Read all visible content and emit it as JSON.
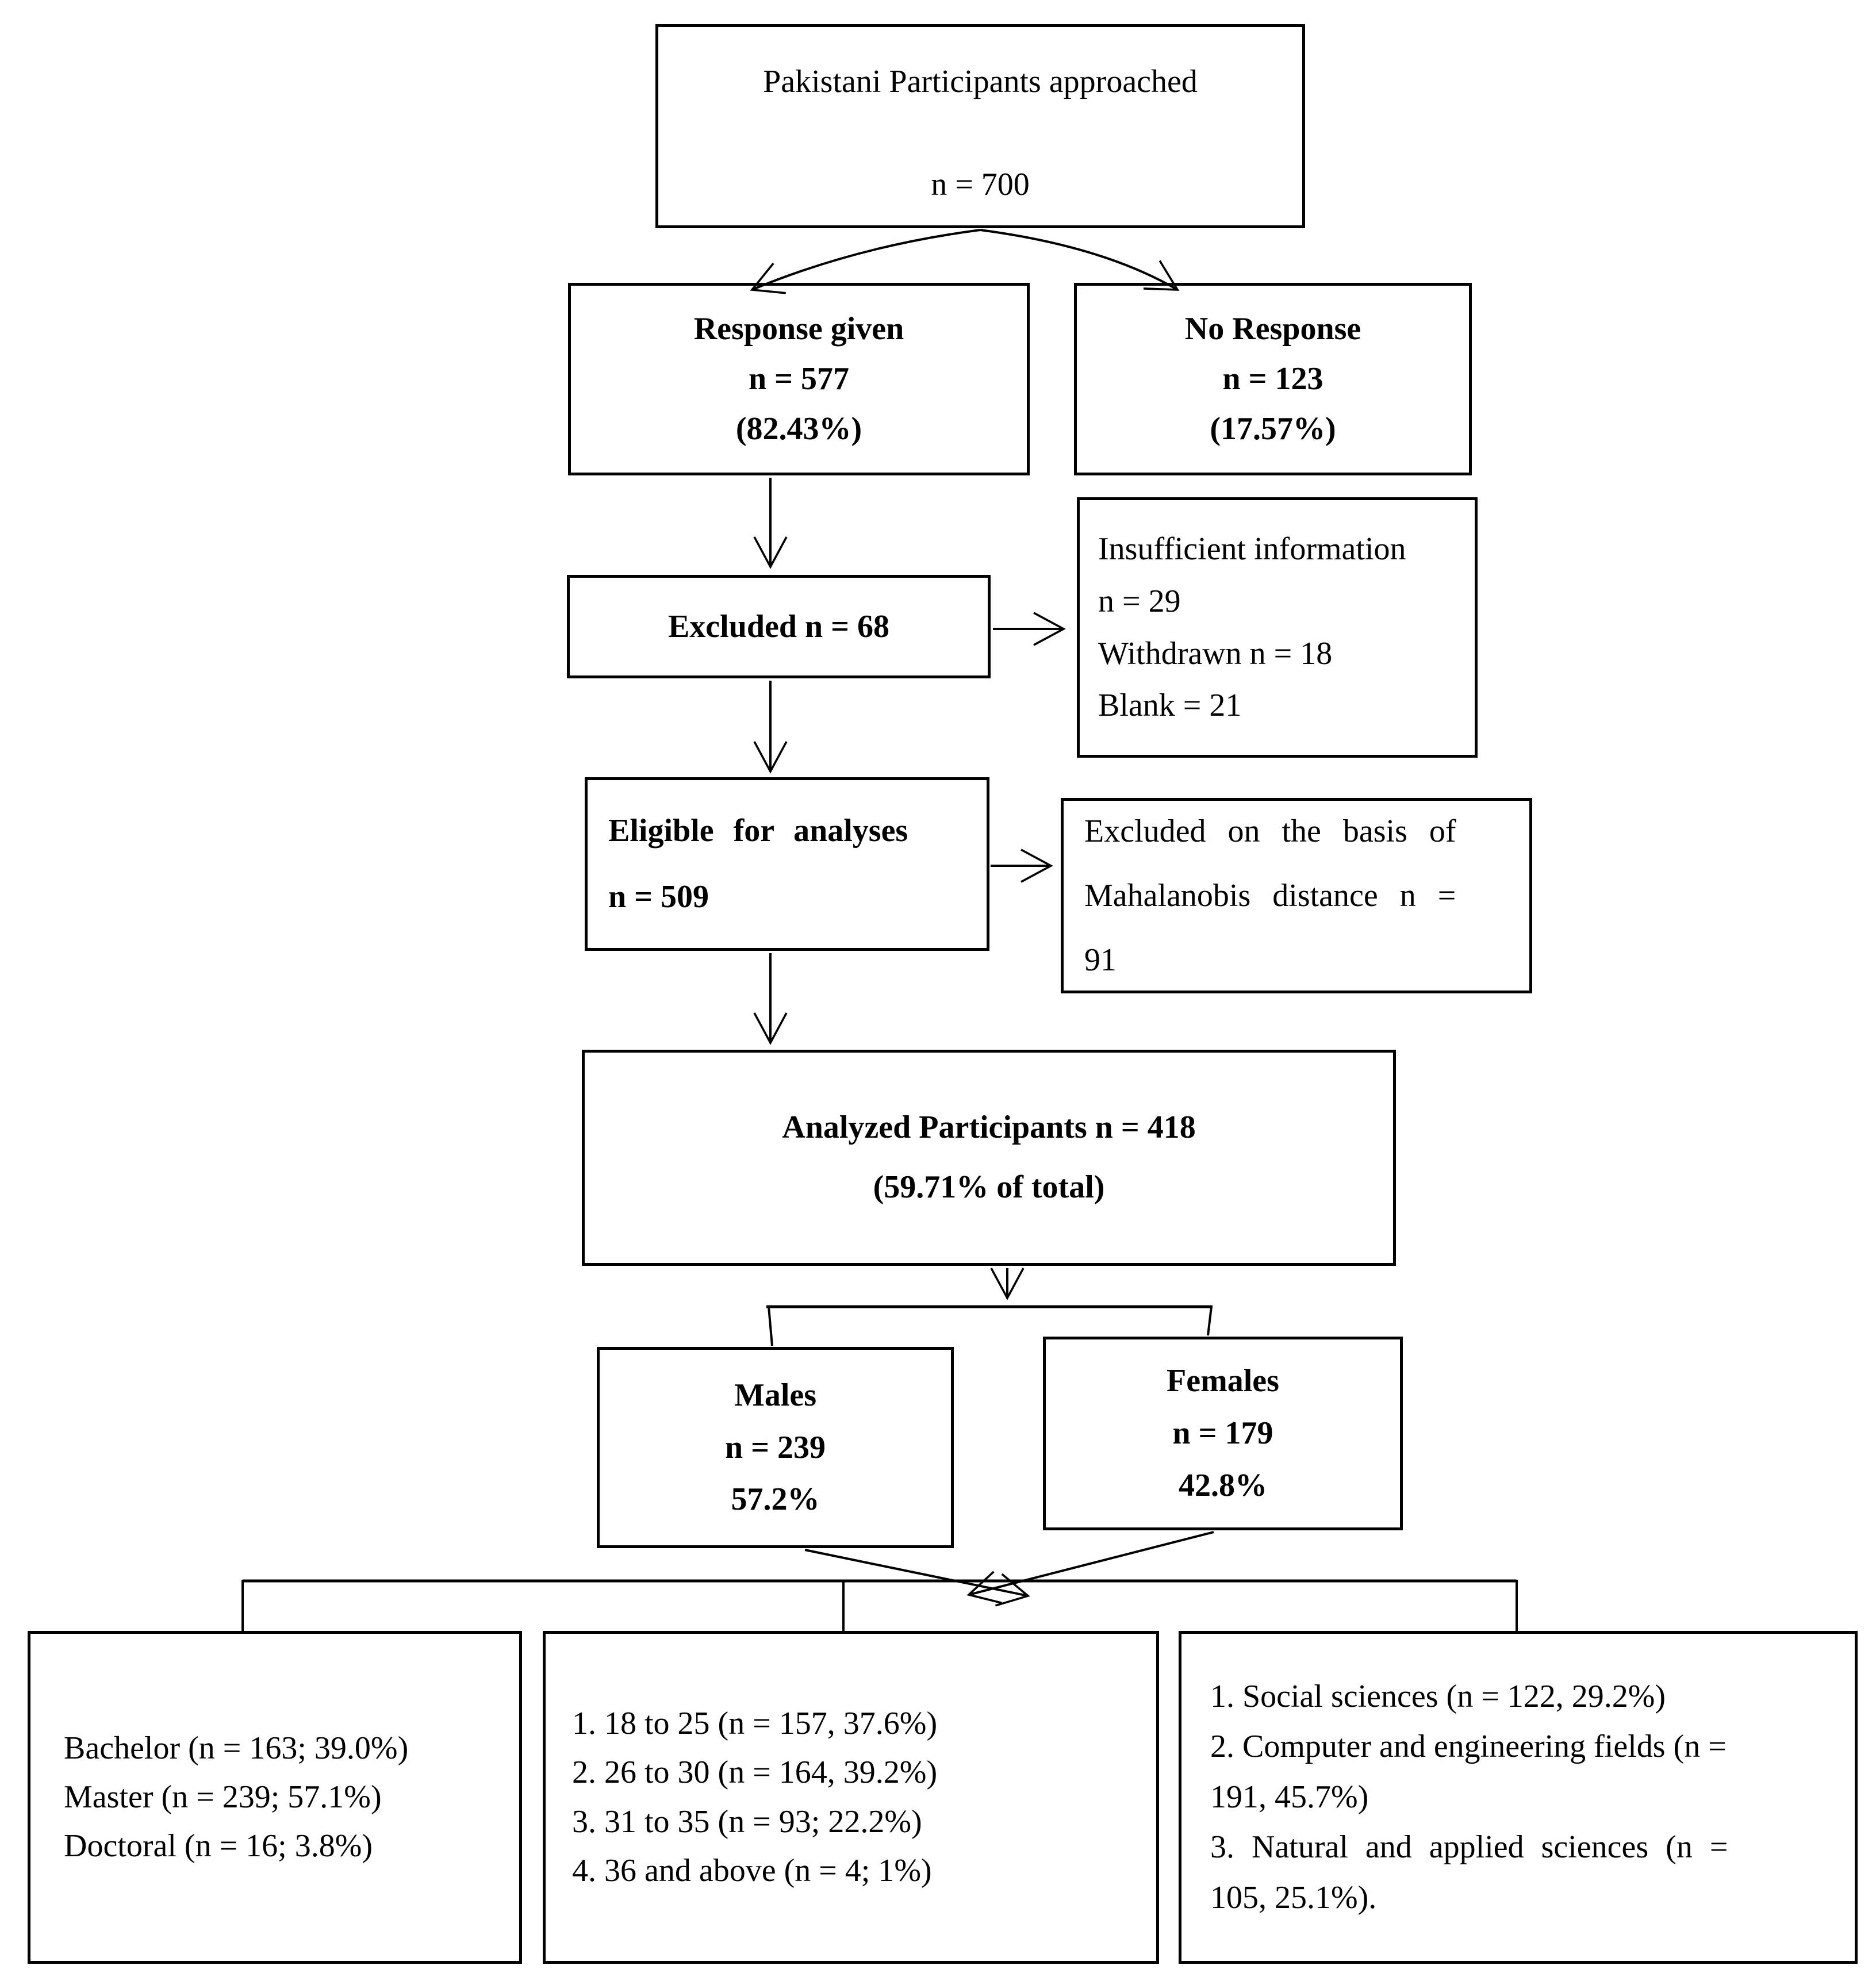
{
  "colors": {
    "ink": "#000000",
    "background": "#ffffff"
  },
  "boxes": {
    "approached": {
      "title": "Pakistani Participants approached",
      "n": "n = 700"
    },
    "response_given": {
      "lines": [
        "Response given",
        "n = 577",
        "(82.43%)"
      ]
    },
    "no_response": {
      "lines": [
        "No Response",
        "n = 123",
        "(17.57%)"
      ]
    },
    "excluded": {
      "label": "Excluded n = 68"
    },
    "exclusion_reasons": {
      "lines": [
        "Insufficient information",
        "n = 29",
        "Withdrawn n = 18",
        "Blank = 21"
      ]
    },
    "eligible": {
      "lines": [
        "Eligible for analyses",
        "n = 509"
      ]
    },
    "mahalanobis": {
      "lines": [
        "Excluded on the basis of",
        "Mahalanobis distance n =",
        "91"
      ]
    },
    "analyzed": {
      "lines": [
        "Analyzed Participants n = 418",
        "(59.71% of total)"
      ]
    },
    "males": {
      "lines": [
        "Males",
        "n = 239",
        "57.2%"
      ]
    },
    "females": {
      "lines": [
        "Females",
        "n = 179",
        "42.8%"
      ]
    },
    "education": {
      "lines": [
        "Bachelor (n = 163; 39.0%)",
        "Master (n = 239; 57.1%)",
        "Doctoral (n = 16; 3.8%)"
      ]
    },
    "age_groups": {
      "lines": [
        "1. 18 to 25 (n = 157, 37.6%)",
        "2. 26 to 30 (n = 164, 39.2%)",
        "3. 31 to 35 (n = 93; 22.2%)",
        "4. 36 and above (n = 4; 1%)"
      ]
    },
    "fields": {
      "lines": [
        "1. Social sciences (n = 122, 29.2%)",
        "2. Computer and engineering fields (n =",
        "191, 45.7%)",
        "3. Natural and applied sciences (n =",
        "105, 25.1%)."
      ]
    }
  }
}
